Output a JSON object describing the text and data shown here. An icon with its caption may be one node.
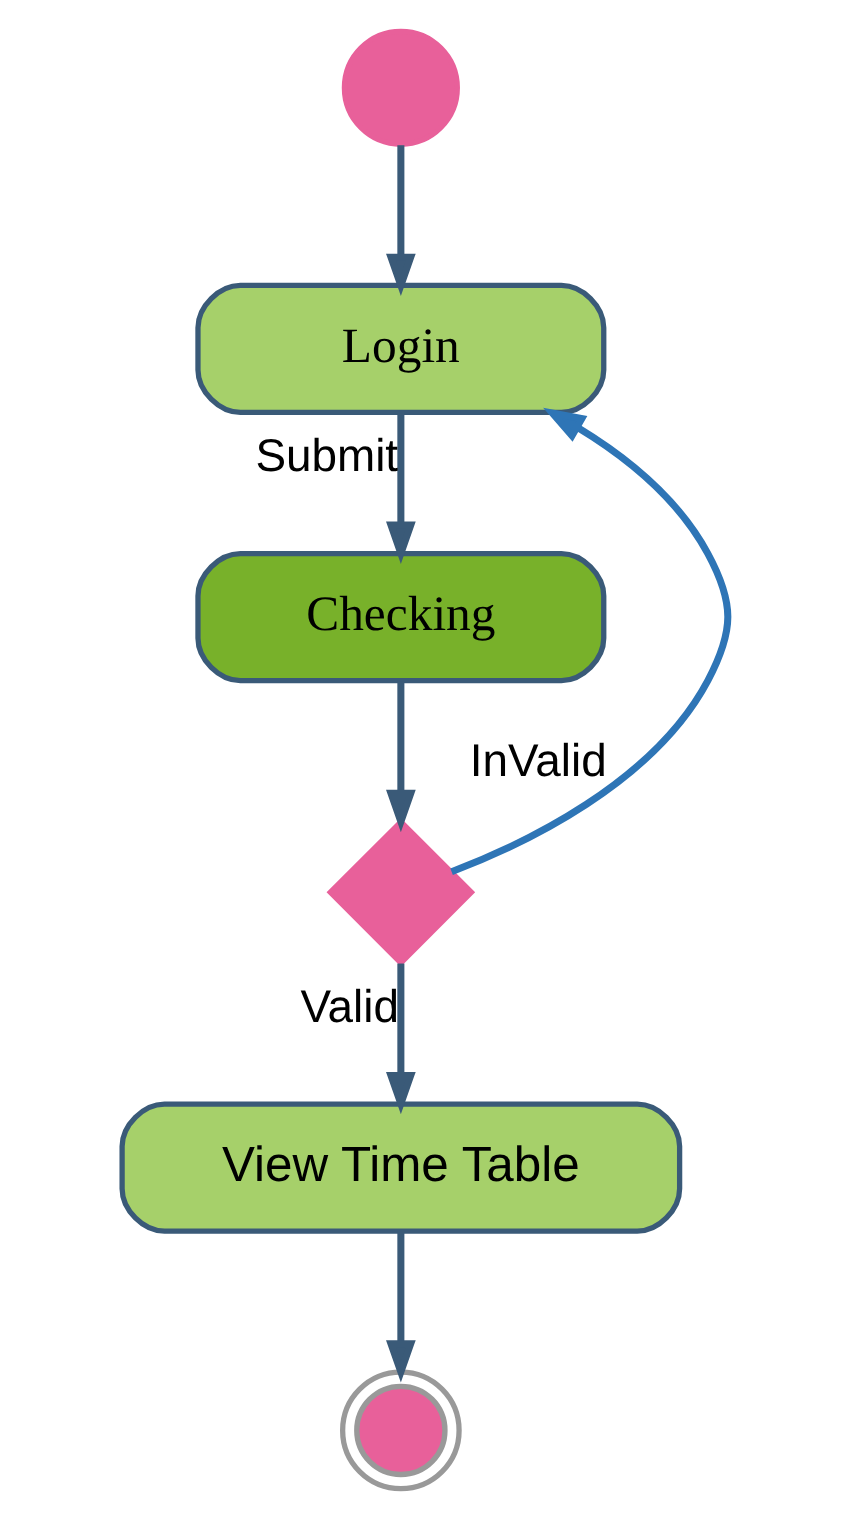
{
  "diagram": {
    "nodes": [
      {
        "text": [],
        "shape": "circle"
      },
      {
        "text": [
          "Login"
        ]
      },
      {
        "text": [
          "Checking"
        ]
      },
      {
        "text": [],
        "shape": "diamond"
      },
      {
        "text": [
          "View Time Table"
        ]
      },
      {
        "text": [],
        "shape": "circle"
      }
    ],
    "edges": [
      {
        "from": 0,
        "to": 1,
        "arrow": "to"
      },
      {
        "from": 1,
        "to": 2,
        "arrow": "to",
        "label": "Submit"
      },
      {
        "from": 2,
        "to": 3,
        "arrow": "to"
      },
      {
        "from": 3,
        "to": 1,
        "arrow": "to",
        "label": "InValid",
        "color": "#2e75b6"
      },
      {
        "from": 3,
        "to": 4,
        "arrow": "to",
        "label": "Valid"
      },
      {
        "from": 4,
        "to": 5,
        "arrow": "to"
      }
    ]
  }
}
